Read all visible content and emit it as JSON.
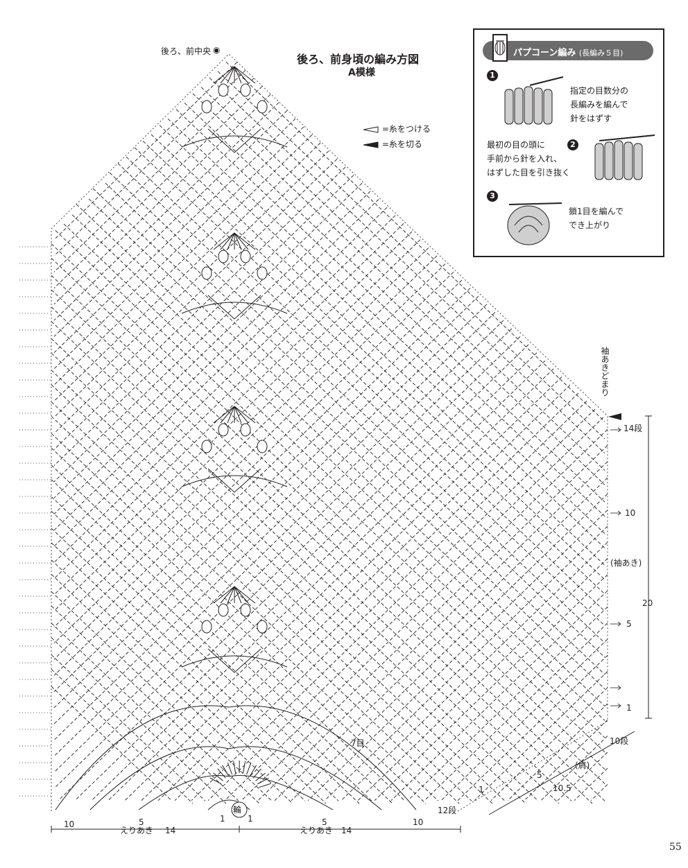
{
  "diagram": {
    "title": "後ろ、前身頃の編み方図",
    "subtitle": "A模様",
    "center_label": "後ろ、前中央",
    "ring_label": "輪",
    "legend": {
      "attach_yarn": "=糸をつける",
      "cut_yarn": "=糸を切る"
    },
    "right_side": {
      "armhole_stop": "袖あきどまり",
      "row_14": "14段",
      "row_10": "10",
      "armhole": "(袖あき)",
      "row_5": "5",
      "row_1": "1",
      "height_20": "20"
    },
    "shoulder": {
      "row_10": "10段",
      "row_5": "5",
      "row_1": "1",
      "row_12": "12段",
      "shoulder_label": "(肩)",
      "width": "10.5"
    },
    "inner": {
      "row_7": "7目"
    },
    "bottom": {
      "left_10": "10",
      "left_5": "5",
      "left_1": "1",
      "right_1": "1",
      "right_5": "5",
      "right_10": "10",
      "neck_left": "えりあき",
      "neck_left_width": "14",
      "neck_right": "えりあき",
      "neck_right_width": "14"
    }
  },
  "popcorn_box": {
    "heading": "パプコーン編み",
    "heading_note": "(長編み５目)",
    "steps": [
      {
        "num": "1",
        "text": "指定の目数分の\n長編みを編んで\n針をはずす"
      },
      {
        "num": "2",
        "text": "最初の目の頭に\n手前から針を入れ、\nはずした目を引き抜く"
      },
      {
        "num": "3",
        "text": "鎖1目を編んで\nでき上がり"
      }
    ]
  },
  "page_number": "55"
}
